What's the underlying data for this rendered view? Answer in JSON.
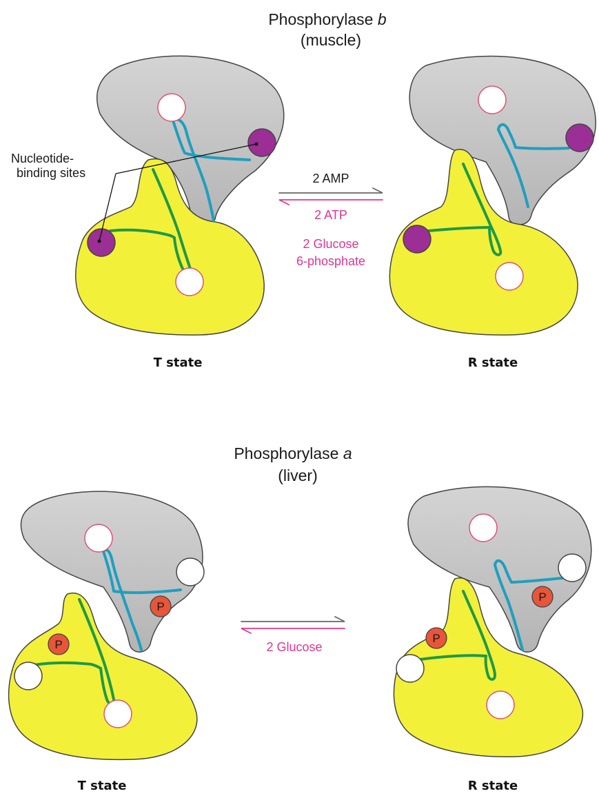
{
  "panel_b": {
    "title_prefix": "Phosphorylase",
    "title_letter": "b",
    "subtitle": "(muscle)",
    "annotation_line1": "Nucleotide-",
    "annotation_line2": "binding  sites",
    "forward_label": "2  AMP",
    "reverse_labels": [
      "2  ATP",
      "2  Glucose",
      "6-phosphate"
    ],
    "left_state": "T state",
    "right_state": "R state"
  },
  "panel_a": {
    "title_prefix": "Phosphorylase",
    "title_letter": "a",
    "subtitle": "(liver)",
    "reverse_label": "2  Glucose",
    "phosphate_label": "P",
    "left_state": "T state",
    "right_state": "R state"
  },
  "colors": {
    "upper_subunit": "#c4c4c4",
    "lower_subunit": "#f3f03a",
    "cyan_helix": "#1e9fbf",
    "green_helix": "#1f9a45",
    "nucleotide_site": "#9b2f95",
    "phosphate": "#e8553a",
    "pink_text": "#e0358f",
    "site_outline": "#e05070"
  }
}
